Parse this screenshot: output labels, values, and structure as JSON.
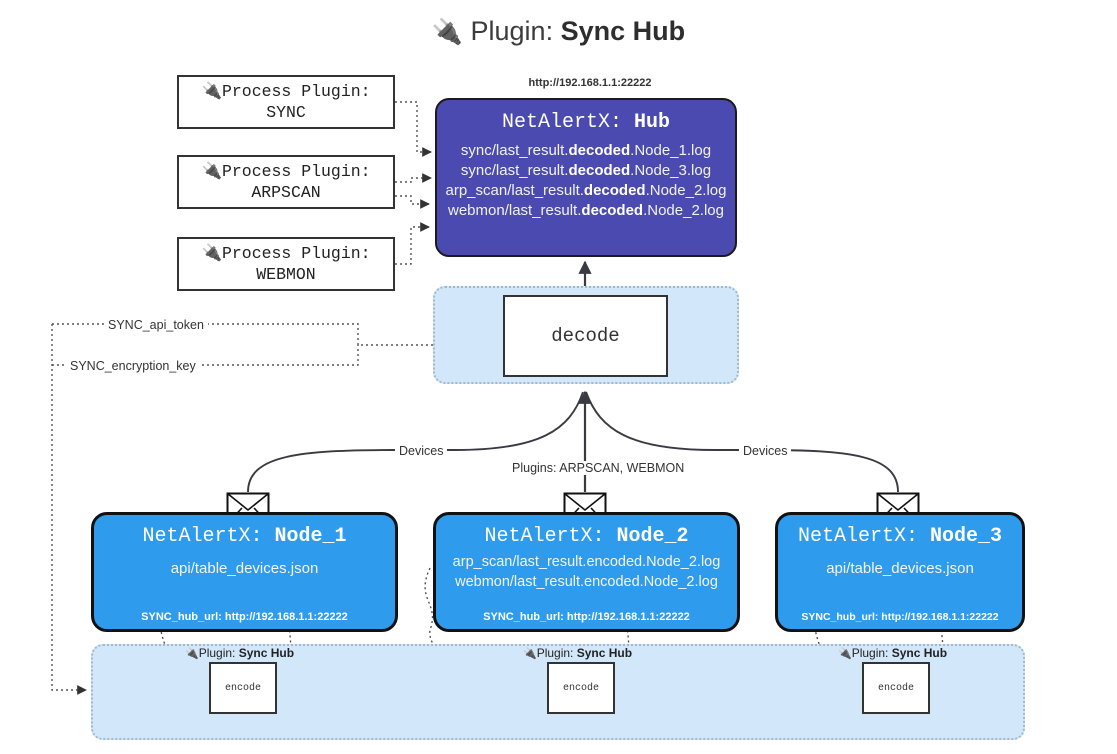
{
  "title": {
    "icon": "plug-icon",
    "prefix": "Plugin:",
    "name": "Sync Hub"
  },
  "process_plugins": [
    {
      "icon": "plug-icon",
      "line1": "Process Plugin:",
      "line2": "SYNC"
    },
    {
      "icon": "plug-icon",
      "line1": "Process Plugin:",
      "line2": "ARPSCAN"
    },
    {
      "icon": "plug-icon",
      "line1": "Process Plugin:",
      "line2": "WEBMON"
    }
  ],
  "hub": {
    "url": "http://192.168.1.1:22222",
    "title_prefix": "NetAlertX:",
    "title_name": "Hub",
    "logs": [
      {
        "pre": "sync/last_result.",
        "strong": "decoded",
        "post": ".Node_1.log"
      },
      {
        "pre": "sync/last_result.",
        "strong": "decoded",
        "post": ".Node_3.log"
      },
      {
        "pre": "arp_scan/last_result.",
        "strong": "decoded",
        "post": ".Node_2.log"
      },
      {
        "pre": "webmon/last_result.",
        "strong": "decoded",
        "post": ".Node_2.log"
      }
    ]
  },
  "decode": {
    "label": "decode"
  },
  "edge_labels": {
    "api_token": "SYNC_api_token",
    "encryption_key": "SYNC_encryption_key",
    "devices_left": "Devices",
    "devices_right": "Devices",
    "plugins": "Plugins: ARPSCAN, WEBMON"
  },
  "nodes": [
    {
      "title_prefix": "NetAlertX:",
      "title_name": "Node_1",
      "lines": [
        "api/table_devices.json"
      ],
      "footer": "SYNC_hub_url: http://192.168.1.1:22222"
    },
    {
      "title_prefix": "NetAlertX:",
      "title_name": "Node_2",
      "lines": [
        "arp_scan/last_result.encoded.Node_2.log",
        "webmon/last_result.encoded.Node_2.log"
      ],
      "footer": "SYNC_hub_url: http://192.168.1.1:22222"
    },
    {
      "title_prefix": "NetAlertX:",
      "title_name": "Node_3",
      "lines": [
        "api/table_devices.json"
      ],
      "footer": "SYNC_hub_url: http://192.168.1.1:22222"
    }
  ],
  "encode_band": {
    "plugin_label_prefix": "Plugin:",
    "plugin_label_name": "Sync Hub",
    "encode_label": "encode"
  },
  "colors": {
    "hub_fill": "#4a4ab0",
    "node_fill": "#2f9bec",
    "band_fill": "#d2e7fa",
    "band_border": "#9fb8cc",
    "stroke": "#333333",
    "page_bg": "#ffffff"
  }
}
